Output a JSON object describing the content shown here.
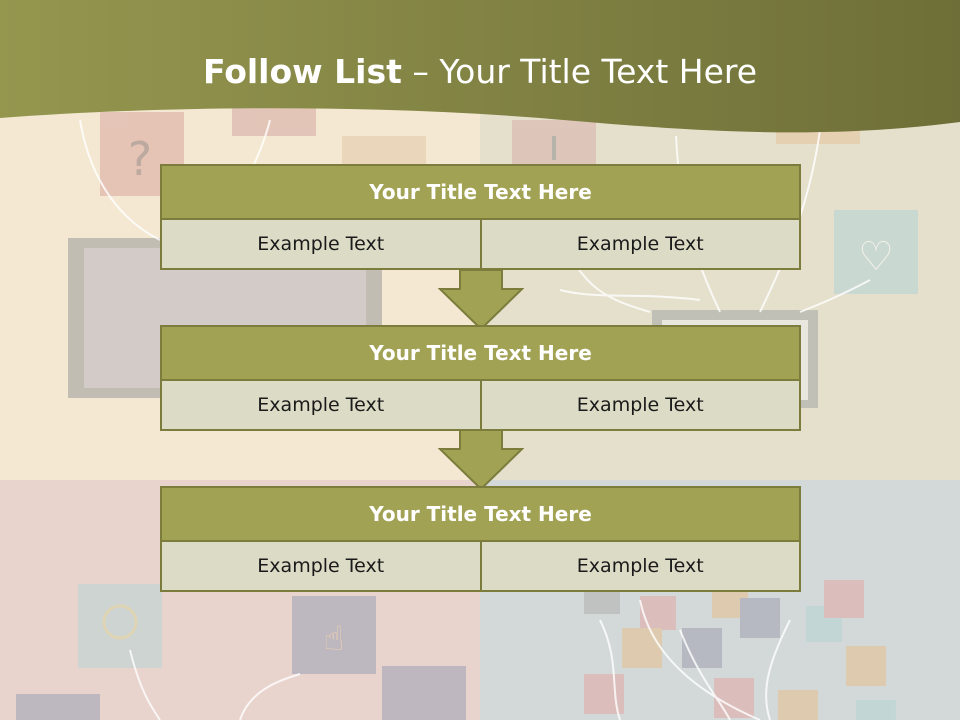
{
  "title": {
    "bold": "Follow List",
    "rest": " – Your Title Text Here"
  },
  "blocks": [
    {
      "title": "Your Title Text Here",
      "left": "Example Text",
      "right": "Example Text"
    },
    {
      "title": "Your Title Text Here",
      "left": "Example Text",
      "right": "Example Text"
    },
    {
      "title": "Your Title Text Here",
      "left": "Example Text",
      "right": "Example Text"
    }
  ],
  "colors": {
    "header_fill": "#a2a254",
    "cell_fill": "#dbdbc6",
    "border": "#7c7c3d",
    "banner": "#7b7d41"
  }
}
